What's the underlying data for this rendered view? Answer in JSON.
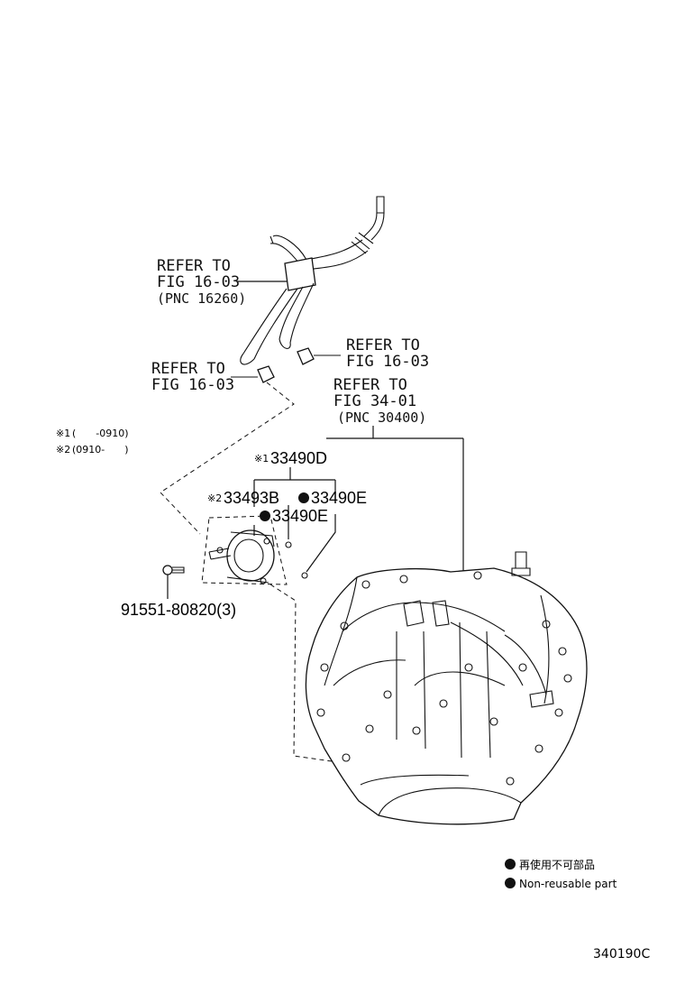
{
  "callouts": {
    "upper_left": {
      "line1": "REFER TO",
      "line2": "FIG 16-03",
      "line3": "(PNC 16260)"
    },
    "mid_left": {
      "line1": "REFER TO",
      "line2": "FIG 16-03"
    },
    "right_clip": {
      "line1": "REFER TO",
      "line2": "FIG 16-03"
    },
    "transaxle": {
      "line1": "REFER TO",
      "line2": "FIG 34-01",
      "line3": "(PNC 30400)"
    }
  },
  "notes": {
    "note1_mark": "※1",
    "note1_text": "(　　-0910)",
    "note2_mark": "※2",
    "note2_text": "(0910-　　)"
  },
  "parts": {
    "p33490d_mark": "※1",
    "p33490d": "33490D",
    "p33493b_mark": "※2",
    "p33493b": "33493B",
    "p33490e_a": "33490E",
    "p33490e_b": "33490E",
    "bolt": "91551-80820(3)"
  },
  "legend": {
    "jp": "再使用不可部品",
    "en": "Non-reusable part"
  },
  "figure_code": "340190C"
}
